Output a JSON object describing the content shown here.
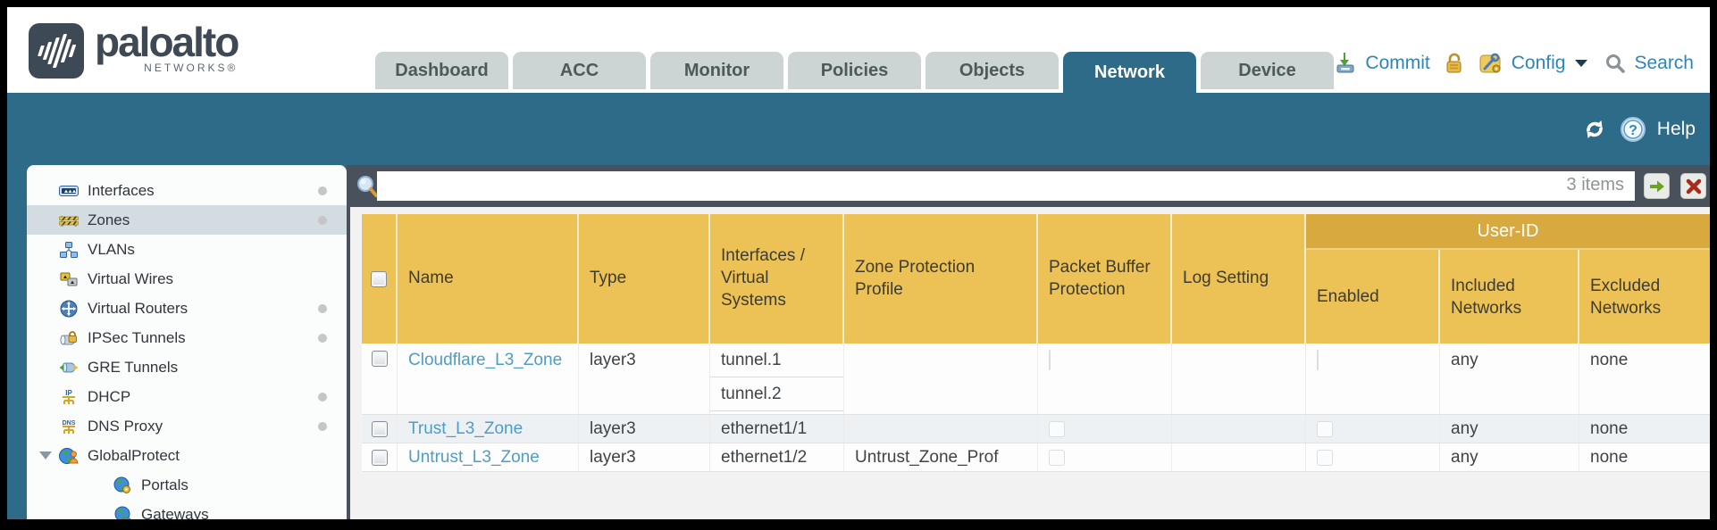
{
  "brand": {
    "name": "paloalto",
    "sub": "NETWORKS®"
  },
  "nav": {
    "tabs": [
      {
        "label": "Dashboard",
        "active": false
      },
      {
        "label": "ACC",
        "active": false
      },
      {
        "label": "Monitor",
        "active": false
      },
      {
        "label": "Policies",
        "active": false
      },
      {
        "label": "Objects",
        "active": false
      },
      {
        "label": "Network",
        "active": true
      },
      {
        "label": "Device",
        "active": false
      }
    ],
    "actions": {
      "commit": "Commit",
      "config": "Config",
      "search": "Search"
    }
  },
  "toolbar": {
    "help": "Help"
  },
  "sidebar": {
    "items": [
      {
        "label": "Interfaces",
        "icon": "interfaces-icon",
        "dot": true,
        "selected": false
      },
      {
        "label": "Zones",
        "icon": "zones-icon",
        "dot": true,
        "selected": true
      },
      {
        "label": "VLANs",
        "icon": "vlans-icon",
        "dot": false,
        "selected": false
      },
      {
        "label": "Virtual Wires",
        "icon": "virtual-wires-icon",
        "dot": false,
        "selected": false
      },
      {
        "label": "Virtual Routers",
        "icon": "virtual-routers-icon",
        "dot": true,
        "selected": false
      },
      {
        "label": "IPSec Tunnels",
        "icon": "ipsec-tunnels-icon",
        "dot": true,
        "selected": false
      },
      {
        "label": "GRE Tunnels",
        "icon": "gre-tunnels-icon",
        "dot": false,
        "selected": false
      },
      {
        "label": "DHCP",
        "icon": "dhcp-icon",
        "dot": true,
        "selected": false
      },
      {
        "label": "DNS Proxy",
        "icon": "dns-proxy-icon",
        "dot": true,
        "selected": false
      },
      {
        "label": "GlobalProtect",
        "icon": "globalprotect-icon",
        "dot": false,
        "selected": false,
        "expanded": true
      },
      {
        "label": "Portals",
        "icon": "portals-icon",
        "dot": false,
        "selected": false,
        "indent": 1
      },
      {
        "label": "Gateways",
        "icon": "gateways-icon",
        "dot": false,
        "selected": false,
        "indent": 1
      }
    ]
  },
  "filter": {
    "count": "3 items",
    "value": "",
    "placeholder": ""
  },
  "table": {
    "group_header": "User-ID",
    "columns": [
      "Name",
      "Type",
      "Interfaces / Virtual Systems",
      "Zone Protection Profile",
      "Packet Buffer Protection",
      "Log Setting",
      "Enabled",
      "Included Networks",
      "Excluded Networks"
    ],
    "rows": [
      {
        "name": "Cloudflare_L3_Zone",
        "type": "layer3",
        "interfaces": [
          "tunnel.1",
          "tunnel.2"
        ],
        "zone_protection_profile": "",
        "packet_buffer_protection": false,
        "log_setting": "",
        "enabled": false,
        "included_networks": "any",
        "excluded_networks": "none"
      },
      {
        "name": "Trust_L3_Zone",
        "type": "layer3",
        "interfaces": [
          "ethernet1/1"
        ],
        "zone_protection_profile": "",
        "packet_buffer_protection": false,
        "log_setting": "",
        "enabled": false,
        "included_networks": "any",
        "excluded_networks": "none"
      },
      {
        "name": "Untrust_L3_Zone",
        "type": "layer3",
        "interfaces": [
          "ethernet1/2"
        ],
        "zone_protection_profile": "Untrust_Zone_Prof",
        "packet_buffer_protection": false,
        "log_setting": "",
        "enabled": false,
        "included_networks": "any",
        "excluded_networks": "none"
      }
    ]
  },
  "colors": {
    "accent_teal": "#2e6b89",
    "header_amber": "#ecc156",
    "user_id_band": "#d8a93f",
    "filter_bar": "#49525c",
    "link_blue": "#4f9cc7",
    "action_blue": "#2e86b8"
  }
}
